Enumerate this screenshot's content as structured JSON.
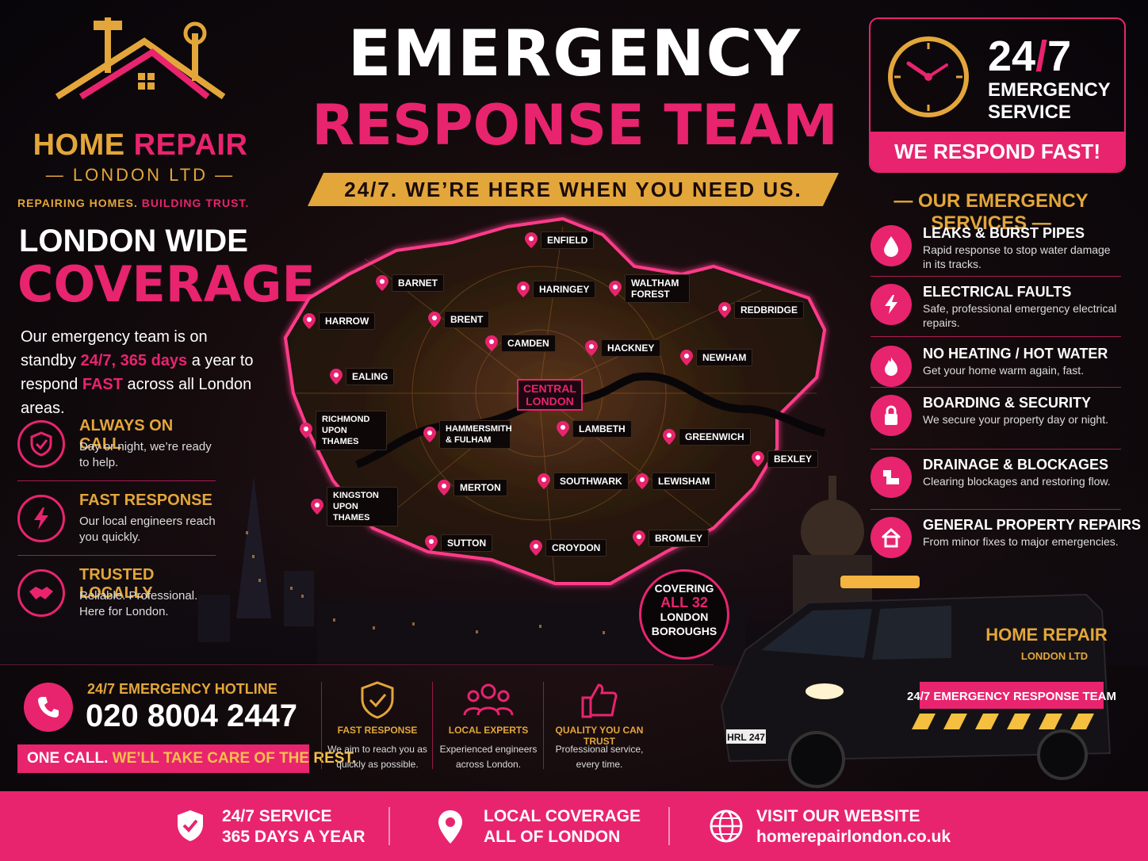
{
  "logo": {
    "title_a": "HOME ",
    "title_b": "REPAIR",
    "subtitle": "— LONDON LTD —",
    "tagline_a": "REPAIRING HOMES. ",
    "tagline_b": "BUILDING TRUST."
  },
  "headline": {
    "line1": "EMERGENCY",
    "line2": "RESPONSE TEAM",
    "banner": "24/7. WE’RE HERE WHEN YOU NEED US."
  },
  "service_box": {
    "num_a": "24",
    "num_slash": "/",
    "num_b": "7",
    "line1": "EMERGENCY",
    "line2": "SERVICE",
    "fast": "WE RESPOND FAST!"
  },
  "coverage": {
    "line1": "LONDON WIDE",
    "line2": "COVERAGE",
    "text_a": "Our emergency team is on standby ",
    "text_b": "24/7, 365 days",
    "text_c": " a year to respond ",
    "text_d": "FAST",
    "text_e": " across all London areas."
  },
  "features": [
    {
      "title": "ALWAYS ON CALL",
      "desc": "Day or night, we’re ready to help.",
      "icon": "shield-check-icon"
    },
    {
      "title": "FAST RESPONSE",
      "desc": "Our local engineers reach you quickly.",
      "icon": "lightning-icon"
    },
    {
      "title": "TRUSTED LOCALLY",
      "desc": "Reliable. Professional. Here for London.",
      "icon": "handshake-icon"
    }
  ],
  "map": {
    "central_1": "CENTRAL",
    "central_2": "LONDON",
    "pins": [
      {
        "label": "ENFIELD"
      },
      {
        "label": "BARNET"
      },
      {
        "label": "HARINGEY"
      },
      {
        "label": "WALTHAM FOREST"
      },
      {
        "label": "REDBRIDGE"
      },
      {
        "label": "HARROW"
      },
      {
        "label": "BRENT"
      },
      {
        "label": "CAMDEN"
      },
      {
        "label": "HACKNEY"
      },
      {
        "label": "NEWHAM"
      },
      {
        "label": "EALING"
      },
      {
        "label": "RICHMOND UPON THAMES"
      },
      {
        "label": "HAMMERSMITH & FULHAM"
      },
      {
        "label": "LAMBETH"
      },
      {
        "label": "GREENWICH"
      },
      {
        "label": "BEXLEY"
      },
      {
        "label": "KINGSTON UPON THAMES"
      },
      {
        "label": "MERTON"
      },
      {
        "label": "SOUTHWARK"
      },
      {
        "label": "LEWISHAM"
      },
      {
        "label": "SUTTON"
      },
      {
        "label": "CROYDON"
      },
      {
        "label": "BROMLEY"
      }
    ]
  },
  "boroughs": {
    "line1": "COVERING",
    "line2": "ALL 32",
    "line3": "LONDON",
    "line4": "BOROUGHS"
  },
  "services": {
    "title": "— OUR EMERGENCY SERVICES —",
    "items": [
      {
        "title": "LEAKS & BURST PIPES",
        "desc": "Rapid response to stop water damage in its tracks.",
        "icon": "water-drop-icon"
      },
      {
        "title": "ELECTRICAL FAULTS",
        "desc": "Safe, professional emergency electrical repairs.",
        "icon": "lightning-icon"
      },
      {
        "title": "NO HEATING / HOT WATER",
        "desc": "Get your home warm again, fast.",
        "icon": "flame-icon"
      },
      {
        "title": "BOARDING & SECURITY",
        "desc": "We secure your property day or night.",
        "icon": "padlock-icon"
      },
      {
        "title": "DRAINAGE & BLOCKAGES",
        "desc": "Clearing blockages and restoring flow.",
        "icon": "pipe-icon"
      },
      {
        "title": "GENERAL PROPERTY REPAIRS",
        "desc": "From minor fixes to major emergencies.",
        "icon": "house-icon"
      }
    ]
  },
  "hotline": {
    "title": "24/7 EMERGENCY HOTLINE",
    "number": "020 8004 2447",
    "one_a": "ONE CALL. ",
    "one_b": "WE’LL TAKE CARE OF THE REST."
  },
  "mini": [
    {
      "title": "FAST RESPONSE",
      "desc": "We aim to reach you as quickly as possible.",
      "icon": "shield-check-icon"
    },
    {
      "title": "LOCAL EXPERTS",
      "desc": "Experienced engineers across London.",
      "icon": "people-icon"
    },
    {
      "title": "QUALITY YOU CAN TRUST",
      "desc": "Professional service, every time.",
      "icon": "thumbs-up-icon"
    }
  ],
  "van": {
    "brand_a": "HOME REPAIR",
    "brand_b": "LONDON LTD",
    "stripe": "24/7 EMERGENCY RESPONSE TEAM",
    "plate": "HRL 247"
  },
  "footer": [
    {
      "line1": "24/7 SERVICE",
      "line2": "365 DAYS A YEAR",
      "icon": "shield-check-icon"
    },
    {
      "line1": "LOCAL COVERAGE",
      "line2": "ALL OF LONDON",
      "icon": "location-pin-icon"
    },
    {
      "line1": "VISIT OUR WEBSITE",
      "line2": "homerepairlondon.co.uk",
      "icon": "globe-icon"
    }
  ],
  "colors": {
    "pink": "#e8246f",
    "gold": "#e3a63a",
    "background": "#0a0608"
  }
}
